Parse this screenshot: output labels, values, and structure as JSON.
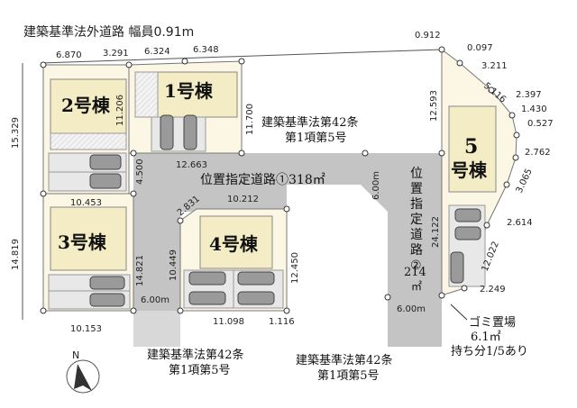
{
  "top_note": "建築基準法外道路 幅員0.91m",
  "lots": {
    "lot1": "1号棟",
    "lot2": "2号棟",
    "lot3": "3号棟",
    "lot4": "4号棟",
    "lot5_num": "5",
    "lot5_suffix": "号棟"
  },
  "roads": {
    "road1_title": "位置指定道路①318㎡",
    "road2_line1": "位",
    "road2_line2": "置",
    "road2_line3": "指",
    "road2_line4": "定",
    "road2_line5": "道",
    "road2_line6": "路",
    "road2_line7": "②",
    "road2_area": "214",
    "road2_unit": "㎡",
    "art42_top_a": "建築基準法第42条",
    "art42_top_b": "第1項第5号",
    "art42_bl_a": "建築基準法第42条",
    "art42_bl_b": "第1項第5号",
    "art42_br_a": "建築基準法第42条",
    "art42_br_b": "第1項第5号"
  },
  "garbage": {
    "line1": "ゴミ置場",
    "line2": "6.1㎡",
    "line3": "持ち分1/5あり"
  },
  "dims": {
    "d6870": "6.870",
    "d3291": "3.291",
    "d6324": "6.324",
    "d6348": "6.348",
    "d0912": "0.912",
    "d0097": "0.097",
    "d3211": "3.211",
    "d5116": "5.116",
    "d2397": "2.397",
    "d1430": "1.430",
    "d0527": "0.527",
    "d2762": "2.762",
    "d3065": "3.065",
    "d2614": "2.614",
    "d12022": "12.022",
    "d2249": "2.249",
    "d15329": "15.329",
    "d11206": "11.206",
    "d11700": "11.700",
    "d12593": "12.593",
    "d12663": "12.663",
    "d4500": "4.500",
    "d6000v": "6.00m",
    "d24122": "24.122",
    "d10453": "10.453",
    "d2831": "2.831",
    "d10212": "10.212",
    "d14819": "14.819",
    "d14821": "14.821",
    "d10449": "10.449",
    "d12450": "12.450",
    "d600bl": "6.00m",
    "d600br": "6.00m",
    "d10153": "10.153",
    "d11098": "11.098",
    "d1116": "1.116"
  },
  "compass": "N"
}
